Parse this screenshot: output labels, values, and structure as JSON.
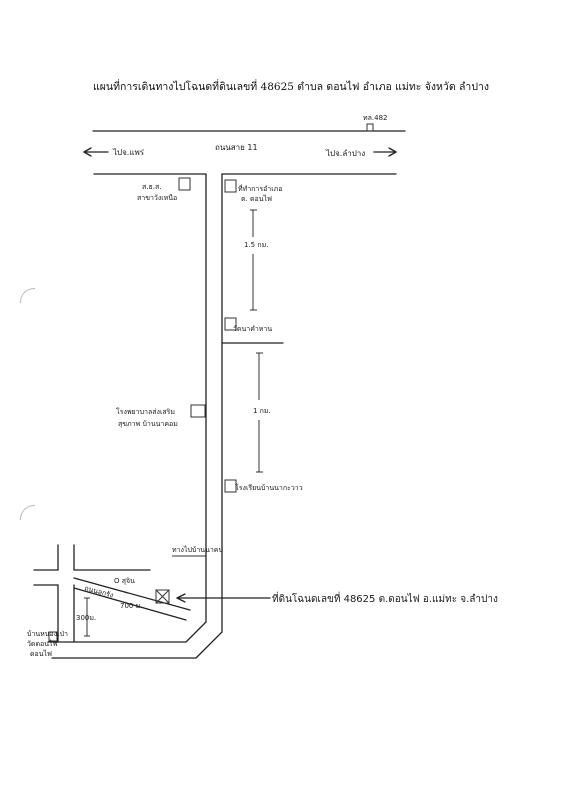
{
  "title": "แผนที่การเดินทางไปโฉนดที่ดินเลขที่ 48625 ตำบล ดอนไฟ  อำเภอ แม่ทะ จังหวัด ลำปาง",
  "labels": {
    "route_marker": "ทล.482",
    "to_phrae": "ไปจ.แพร่",
    "highway": "ถนนสาย 11",
    "to_lampang": "ไปจ.ลำปาง",
    "sor_tor_sor_1": "ส.ธ.ส.",
    "sor_tor_sor_2": "สาขาวังเหนือ",
    "district_office_1": "ที่ทำการอำเภอ",
    "district_office_2": "ต. ดอนไฟ",
    "dist_1_5km": "1.5 กม.",
    "temple": "วัดนาคำหาน",
    "dist_1km": "1 กม.",
    "hospital_1": "โรงพยาบาลส่งเสริม",
    "hospital_2": "สุขภาพ บ้านนาคอม",
    "school": "โรงเรียนบ้านนากะวาว",
    "shop": "ทางไปบ้านนาคป",
    "road_sign": "ถนนลูกรัง",
    "house_label": "O สุจิน",
    "dist_700m": "700 ม.",
    "dist_300m": "300ม.",
    "left_bottom_1": "บ้านหนองเป่า",
    "left_bottom_2": "วัดดอนไฟ",
    "left_bottom_3": "ดอนไฟ",
    "parcel": "ที่ดินโฉนดเลขที่ 48625 ต.ดอนไฟ อ.แม่ทะ จ.ลำปาง"
  }
}
